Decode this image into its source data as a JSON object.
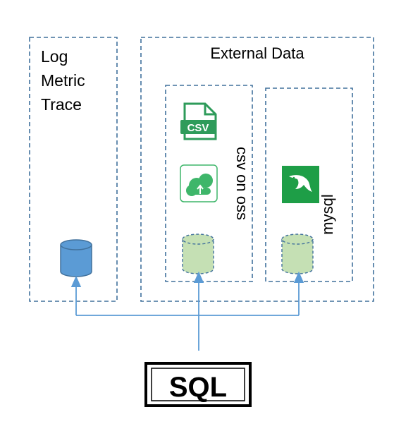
{
  "left_panel": {
    "lines": [
      "Log",
      "Metric",
      "Trace"
    ]
  },
  "external_panel": {
    "title": "External Data",
    "oss_box": {
      "label": "csv on oss",
      "file_icon_text": "CSV"
    },
    "mysql_box": {
      "label": "mysql"
    }
  },
  "sql_box": {
    "label": "SQL"
  },
  "icons": {
    "left_db": "database-cylinder-icon",
    "csv": "csv-file-icon",
    "oss": "cloud-storage-icon",
    "mysql": "mysql-dolphin-icon",
    "oss_db": "database-cylinder-icon",
    "mysql_db": "database-cylinder-icon"
  },
  "colors": {
    "border_dashed": "#41719C",
    "arrow": "#5B9BD5",
    "db_blue": "#5B9BD5",
    "db_blue_stroke": "#41719C",
    "db_green": "#C5E0B4",
    "db_green_stroke": "#41719C",
    "csv_green": "#2E9B5A",
    "oss_green": "#3EB66A",
    "mysql_green": "#1E9E47"
  }
}
